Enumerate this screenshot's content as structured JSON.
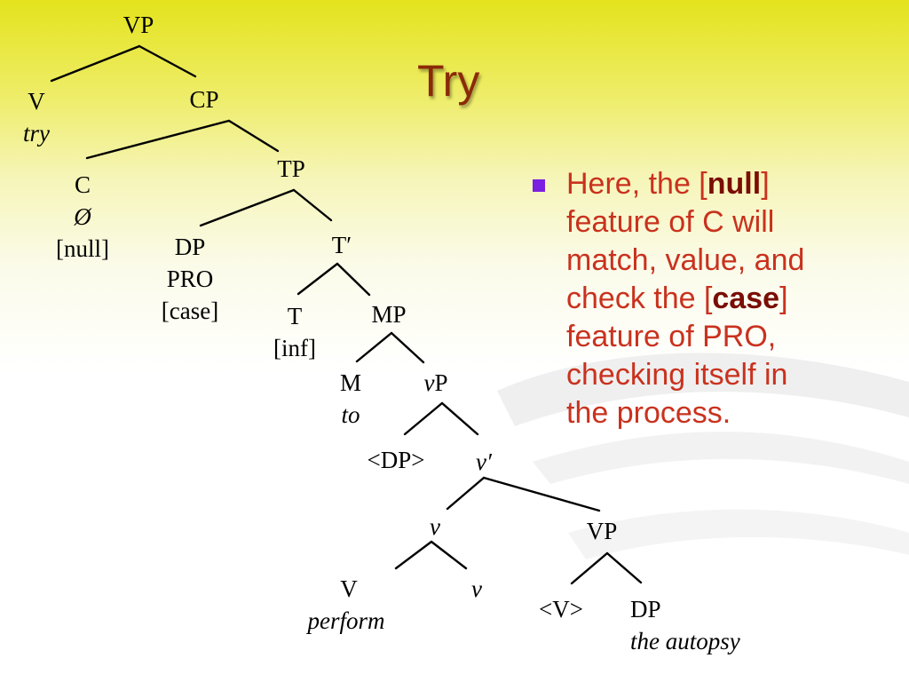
{
  "slide": {
    "title": "Try",
    "bullet": {
      "line1_pre": "Here, the [",
      "line1_bold": "null",
      "line1_post": "]",
      "line2": "feature of C will",
      "line3": "match, value, and",
      "line4_pre": "check the [",
      "line4_bold": "case",
      "line4_post": "]",
      "line5": "feature of PRO,",
      "line6": "checking itself in",
      "line7": "the process."
    }
  },
  "tree": {
    "vp_top": "VP",
    "v_top": "V",
    "v_top_word": "try",
    "cp": "CP",
    "c": "C",
    "c_null_symbol": "Ø",
    "c_feature": "[null]",
    "tp": "TP",
    "dp_pro": "DP",
    "pro": "PRO",
    "pro_feature": "[case]",
    "t_bar": "T′",
    "t": "T",
    "t_feature": "[inf]",
    "mp": "MP",
    "m": "M",
    "m_word": "to",
    "vp_small_v": "v",
    "vp_small_p": "P",
    "dp_trace": "<DP>",
    "v_bar": "v′",
    "v_small": "v",
    "v_inner": "V",
    "v_inner_word": "perform",
    "v_inner_small": "v",
    "vp_low": "VP",
    "v_trace": "<V>",
    "dp_obj": "DP",
    "dp_obj_words": "the autopsy"
  }
}
